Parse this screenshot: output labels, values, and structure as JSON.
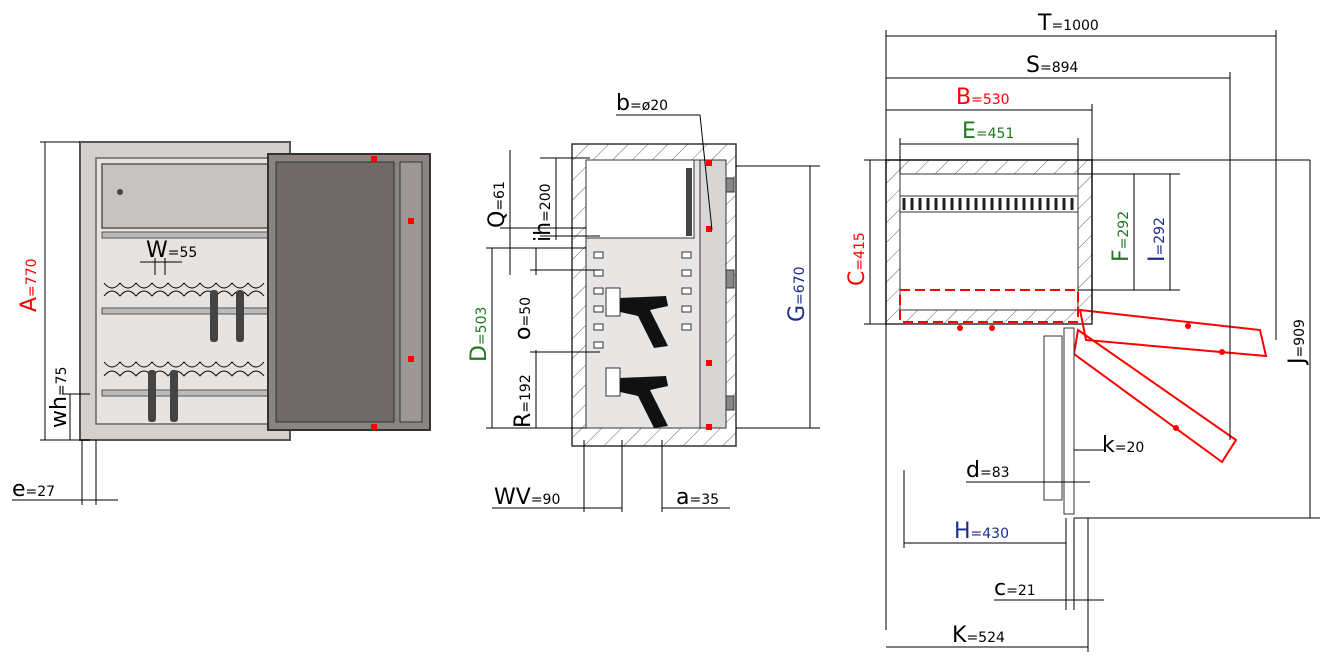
{
  "colors": {
    "red": "#ff0000",
    "green": "#1f7a1f",
    "blue": "#1e2a8c",
    "black": "#000000"
  },
  "front_view": {
    "A": {
      "letter": "A",
      "value": "=770"
    },
    "W": {
      "letter": "W",
      "value": "=55"
    },
    "wh": {
      "letter": "wh",
      "value": "=75"
    },
    "e": {
      "letter": "e",
      "value": "=27"
    }
  },
  "side_view": {
    "b": {
      "letter": "b",
      "value": "=ø20"
    },
    "Q": {
      "letter": "Q",
      "value": "=61"
    },
    "ih": {
      "letter": "ih",
      "value": "=200"
    },
    "o": {
      "letter": "o",
      "value": "=50"
    },
    "D": {
      "letter": "D",
      "value": "=503"
    },
    "R": {
      "letter": "R",
      "value": "=192"
    },
    "G": {
      "letter": "G",
      "value": "=670"
    },
    "WV": {
      "letter": "WV",
      "value": "=90"
    },
    "a": {
      "letter": "a",
      "value": "=35"
    }
  },
  "top_view": {
    "T": {
      "letter": "T",
      "value": "=1000"
    },
    "S": {
      "letter": "S",
      "value": "=894"
    },
    "B": {
      "letter": "B",
      "value": "=530"
    },
    "E": {
      "letter": "E",
      "value": "=451"
    },
    "C": {
      "letter": "C",
      "value": "=415"
    },
    "F": {
      "letter": "F",
      "value": "=292"
    },
    "I": {
      "letter": "I",
      "value": "=292"
    },
    "J": {
      "letter": "J",
      "value": "=909"
    },
    "k": {
      "letter": "k",
      "value": "=20"
    },
    "d": {
      "letter": "d",
      "value": "=83"
    },
    "H": {
      "letter": "H",
      "value": "=430"
    },
    "c": {
      "letter": "c",
      "value": "=21"
    },
    "K": {
      "letter": "K",
      "value": "=524"
    }
  }
}
